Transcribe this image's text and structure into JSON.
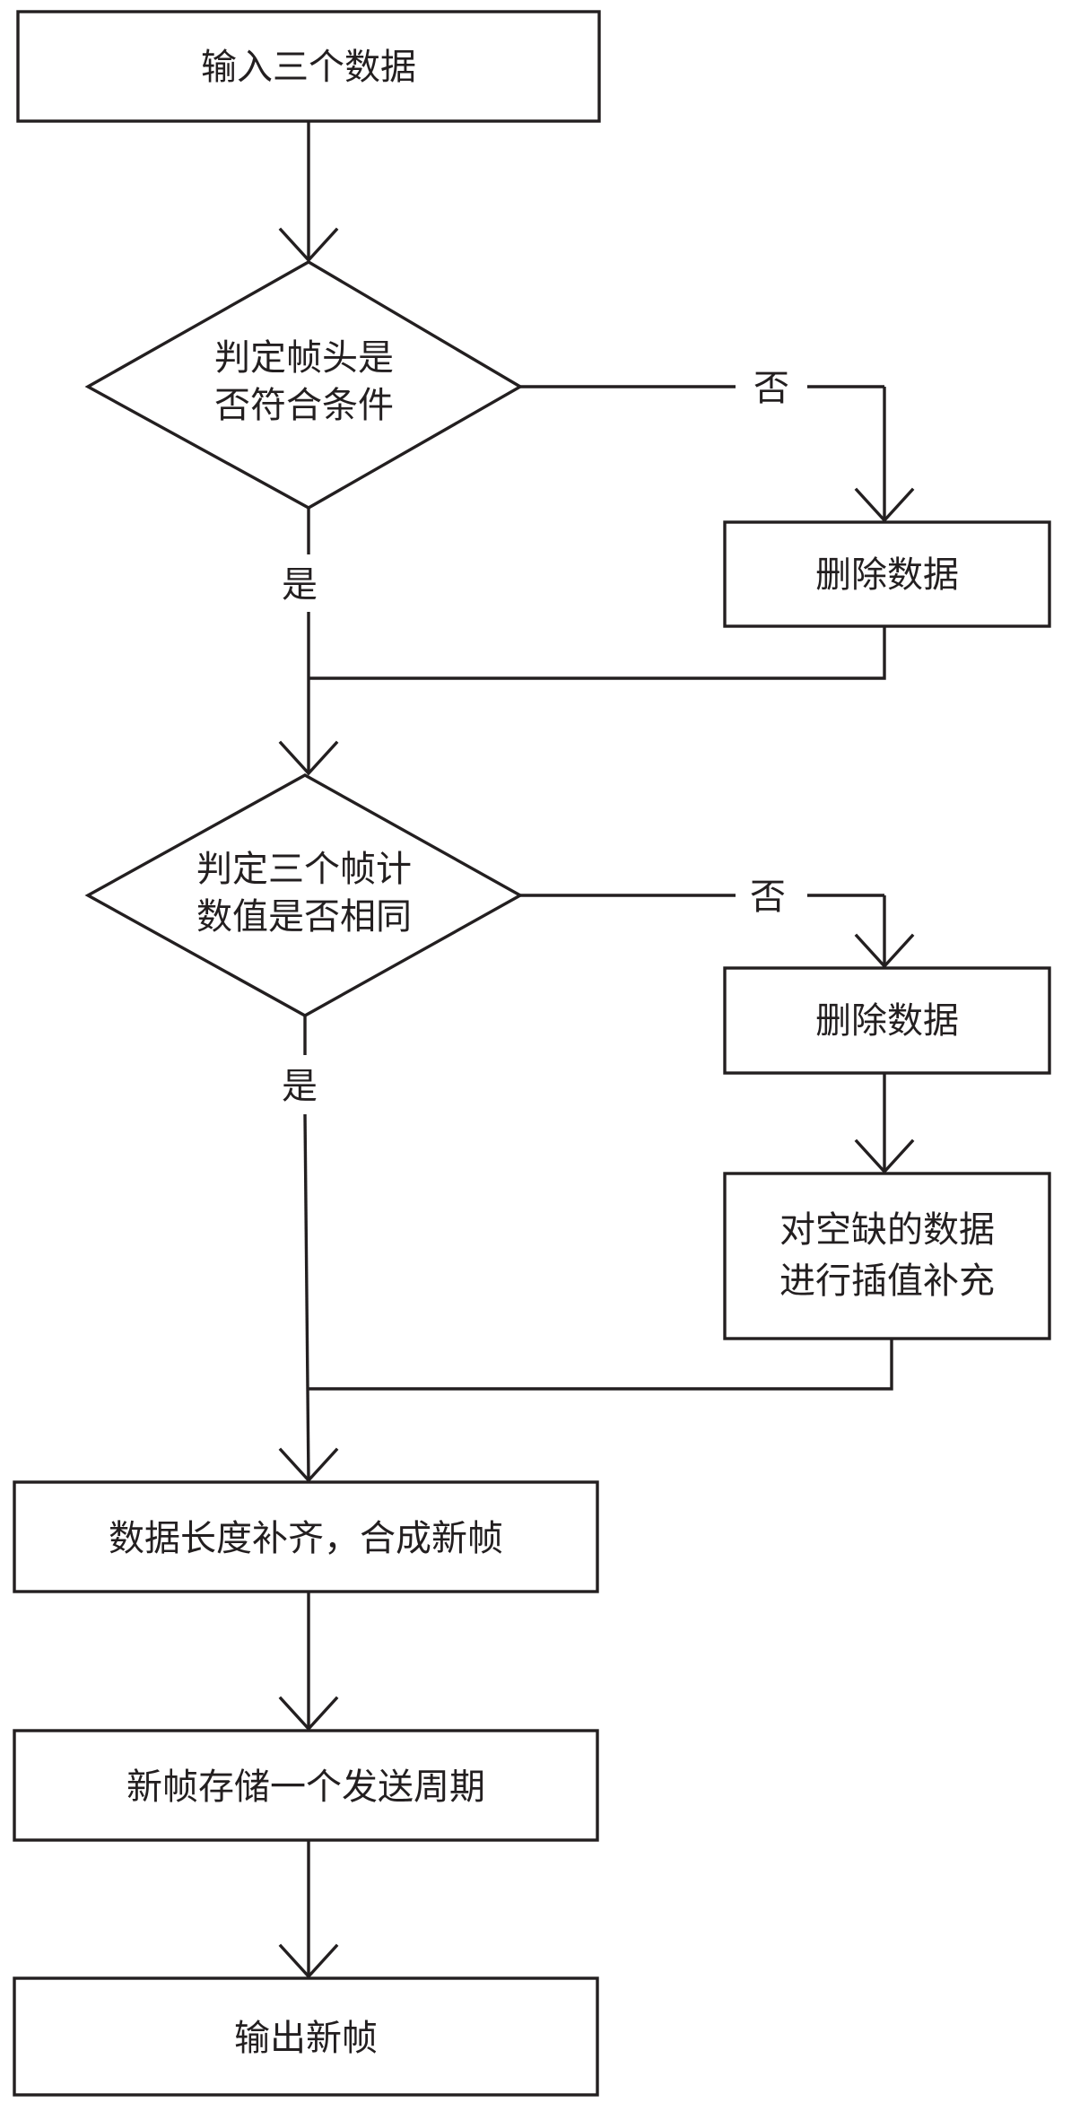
{
  "nodes": {
    "input": "输入三个数据",
    "check_header": [
      "判定帧头是",
      "否符合条件"
    ],
    "delete_1": "删除数据",
    "check_count": [
      "判定三个帧计",
      "数值是否相同"
    ],
    "delete_2": "删除数据",
    "interpolate": [
      "对空缺的数据",
      "进行插值补充"
    ],
    "pad_merge": "数据长度补齐，合成新帧",
    "store": "新帧存储一个发送周期",
    "output": "输出新帧"
  },
  "labels": {
    "no_1": "否",
    "yes_1": "是",
    "no_2": "否",
    "yes_2": "是"
  }
}
